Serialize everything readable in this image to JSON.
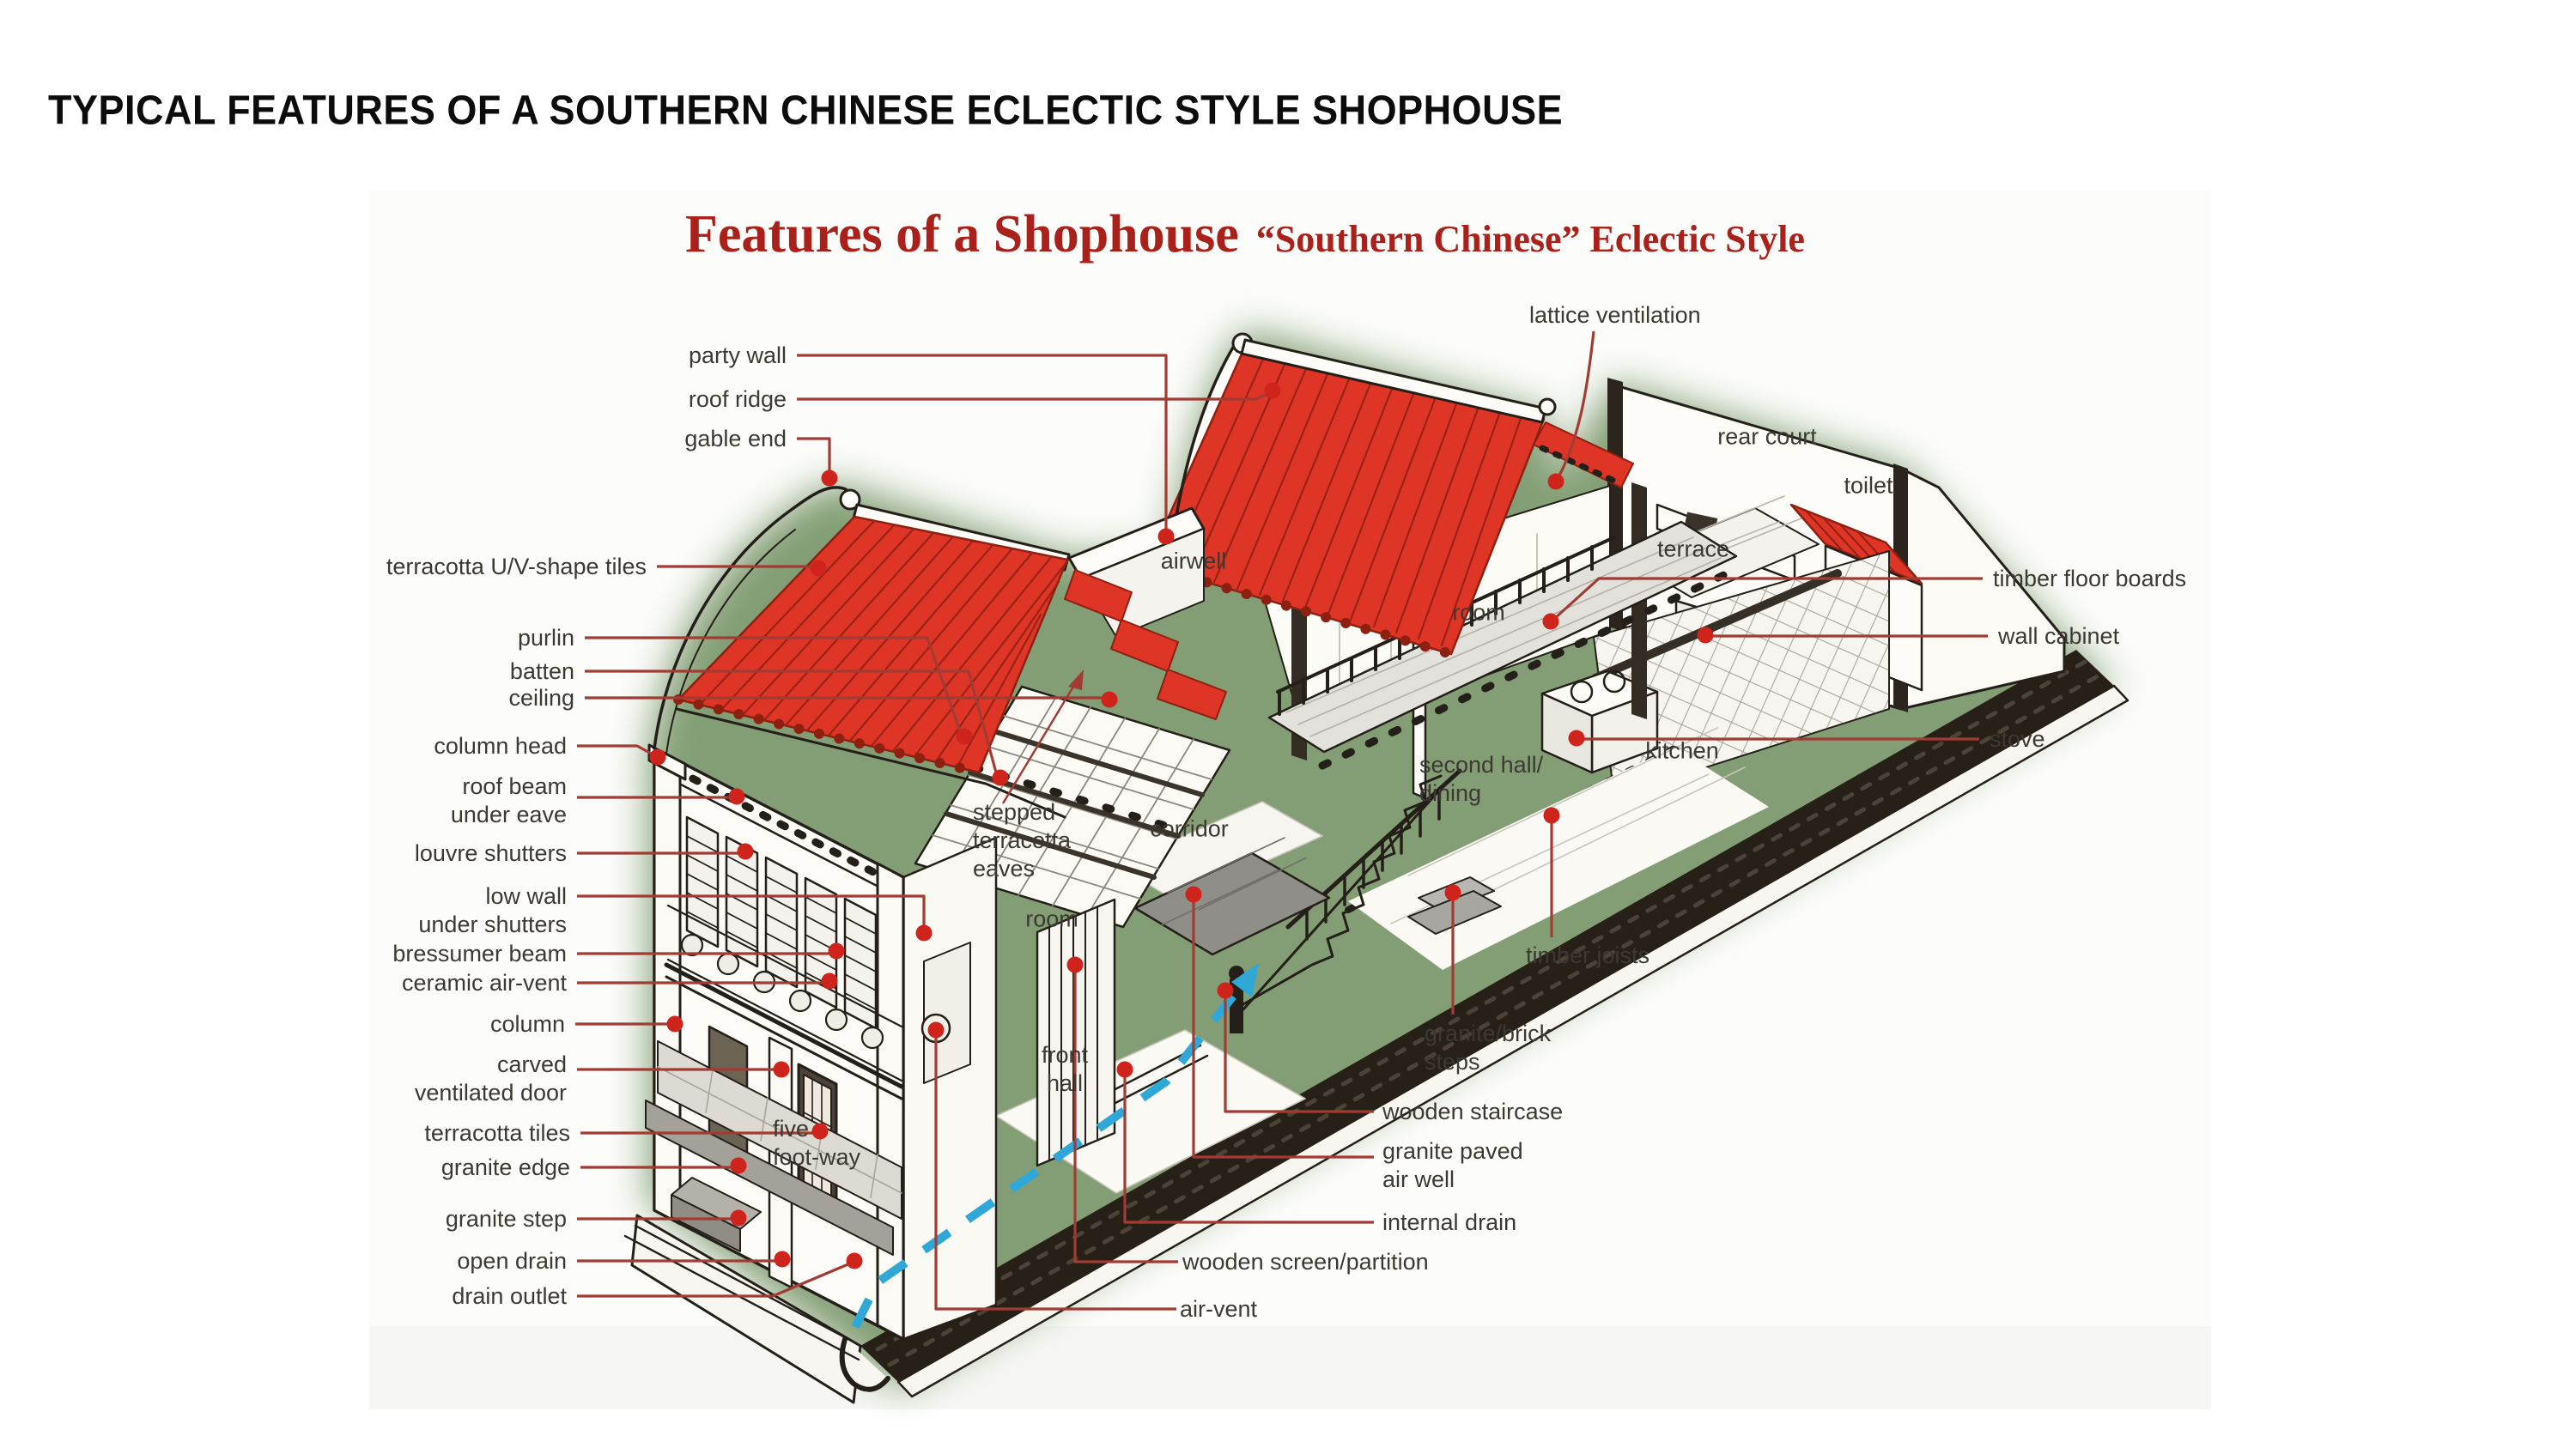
{
  "page": {
    "heading": "TYPICAL FEATURES OF A SOUTHERN CHINESE ECLECTIC STYLE SHOPHOUSE"
  },
  "diagram": {
    "title": "Features of a Shophouse",
    "subtitle": "“Southern Chinese” Eclectic Style"
  },
  "colors": {
    "title_red": "#a9211a",
    "roof_red": "#df3526",
    "roof_line_red": "#8e2012",
    "leader_red": "#a23b33",
    "dot_red": "#cf241c",
    "section_cyan": "#2fa8d8",
    "glow_green": "#7d9a6d",
    "ink": "#241f19",
    "granite_gray": "#a3a19a",
    "label_gray": "#3c3933"
  },
  "labels": {
    "left": [
      {
        "id": "party-wall",
        "text": "party wall"
      },
      {
        "id": "roof-ridge",
        "text": "roof ridge"
      },
      {
        "id": "gable-end",
        "text": "gable end"
      },
      {
        "id": "terracotta-uv-tiles",
        "text": "terracotta U/V-shape tiles"
      },
      {
        "id": "purlin",
        "text": "purlin"
      },
      {
        "id": "batten",
        "text": "batten"
      },
      {
        "id": "ceiling",
        "text": "ceiling"
      },
      {
        "id": "column-head",
        "text": "column head"
      },
      {
        "id": "roof-beam-under-eave",
        "text": "roof beam\nunder eave"
      },
      {
        "id": "louvre-shutters",
        "text": "louvre shutters"
      },
      {
        "id": "low-wall-under-shutters",
        "text": "low wall\nunder shutters"
      },
      {
        "id": "bressumer-beam",
        "text": "bressumer beam"
      },
      {
        "id": "ceramic-air-vent",
        "text": "ceramic air-vent"
      },
      {
        "id": "column",
        "text": "column"
      },
      {
        "id": "carved-ventilated-door",
        "text": "carved\nventilated door"
      },
      {
        "id": "terracotta-tiles",
        "text": "terracotta tiles"
      },
      {
        "id": "granite-edge",
        "text": "granite edge"
      },
      {
        "id": "granite-step",
        "text": "granite step"
      },
      {
        "id": "open-drain",
        "text": "open drain"
      },
      {
        "id": "drain-outlet",
        "text": "drain outlet"
      }
    ],
    "right": [
      {
        "id": "lattice-ventilation",
        "text": "lattice ventilation"
      },
      {
        "id": "timber-floor-boards",
        "text": "timber floor boards"
      },
      {
        "id": "wall-cabinet",
        "text": "wall cabinet"
      },
      {
        "id": "stove",
        "text": "stove"
      },
      {
        "id": "timber-joists",
        "text": "timber joists"
      },
      {
        "id": "granite-brick-steps",
        "text": "granite/brick\nsteps"
      },
      {
        "id": "wooden-staircase",
        "text": "wooden staircase"
      },
      {
        "id": "granite-paved-air-well",
        "text": "granite paved\nair well"
      },
      {
        "id": "internal-drain",
        "text": "internal drain"
      },
      {
        "id": "wooden-screen-partition",
        "text": "wooden screen/partition"
      },
      {
        "id": "air-vent",
        "text": "air-vent"
      }
    ],
    "inner": [
      {
        "id": "airwell",
        "text": "airwell"
      },
      {
        "id": "room-upper",
        "text": "room"
      },
      {
        "id": "rear-court",
        "text": "rear court"
      },
      {
        "id": "toilet",
        "text": "toilet"
      },
      {
        "id": "terrace",
        "text": "terrace"
      },
      {
        "id": "kitchen",
        "text": "kitchen"
      },
      {
        "id": "second-hall-dining",
        "text": "second hall/\ndining"
      },
      {
        "id": "corridor",
        "text": "corridor"
      },
      {
        "id": "stepped-terracotta-eaves",
        "text": "stepped\nterracotta\neaves"
      },
      {
        "id": "room-lower",
        "text": "room"
      },
      {
        "id": "front-hall",
        "text": "front\nhall"
      },
      {
        "id": "five-foot-way",
        "text": "five\nfoot-way"
      }
    ]
  }
}
